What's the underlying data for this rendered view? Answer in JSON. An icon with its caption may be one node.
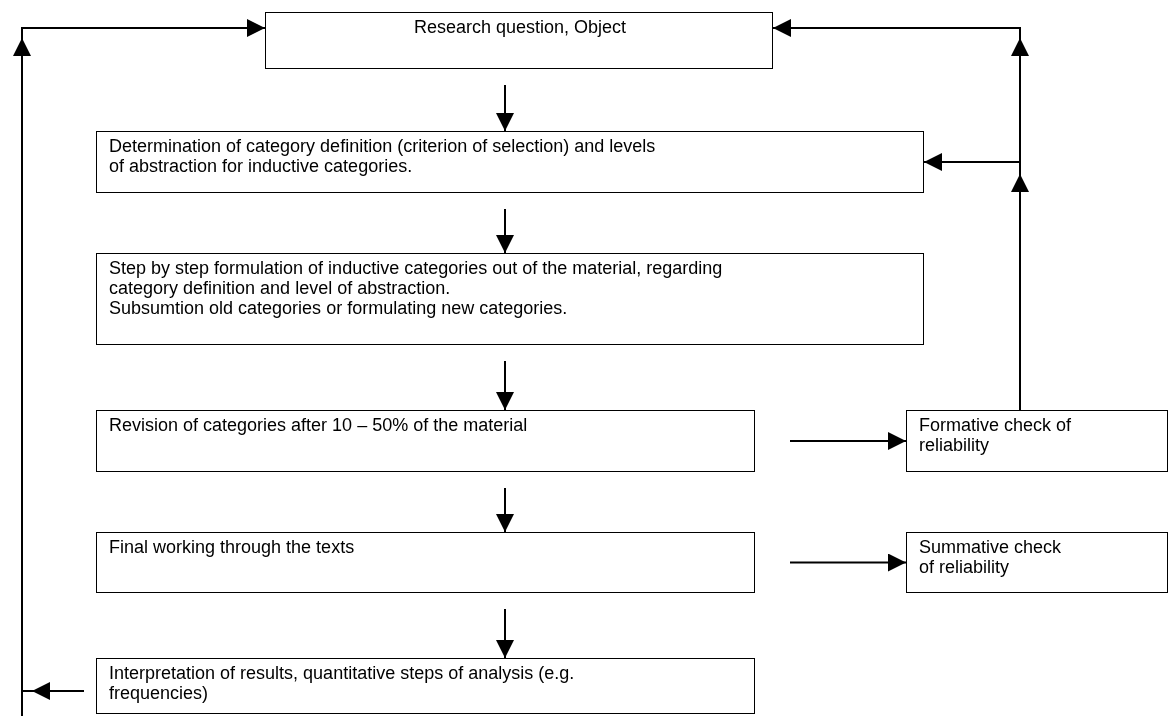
{
  "diagram": {
    "nodes": [
      {
        "text": [
          "Research question, Object"
        ]
      },
      {
        "text": [
          "Determination of category definition (criterion of selection) and levels of abstraction for inductive categories."
        ]
      },
      {
        "text": [
          "Step by step formulation of inductive categories out of the material, regarding category definition and level of abstraction.",
          "Subsumtion old categories or formulating new categories."
        ]
      },
      {
        "text": [
          "Revision of categories after 10 – 50% of the material"
        ]
      },
      {
        "text": [
          "Formative check of reliability"
        ]
      },
      {
        "text": [
          "Final working through the texts"
        ]
      },
      {
        "text": [
          "Summative check of reliability"
        ]
      },
      {
        "text": [
          "Interpretation of results, quantitative steps of analysis (e.g. frequencies)"
        ]
      }
    ],
    "edges": [
      {
        "from": 0,
        "to": 1,
        "arrow": "to"
      },
      {
        "from": 1,
        "to": 2,
        "arrow": "to"
      },
      {
        "from": 2,
        "to": 3,
        "arrow": "to"
      },
      {
        "from": 3,
        "to": 4,
        "arrow": "to"
      },
      {
        "from": 3,
        "to": 5,
        "arrow": "to"
      },
      {
        "from": 5,
        "to": 6,
        "arrow": "to"
      },
      {
        "from": 5,
        "to": 7,
        "arrow": "to"
      },
      {
        "from": 4,
        "to": 1,
        "arrow": "to"
      },
      {
        "from": 4,
        "to": 0,
        "arrow": "to"
      },
      {
        "from": 7,
        "to": 0,
        "arrow": "to"
      }
    ]
  }
}
